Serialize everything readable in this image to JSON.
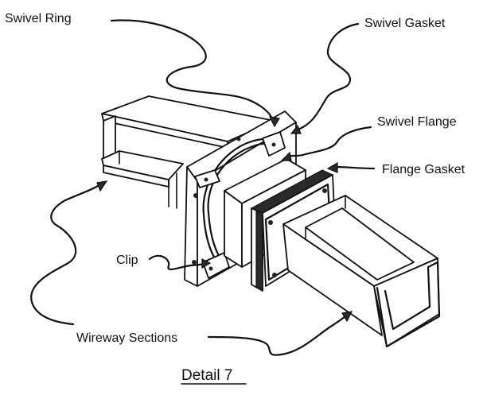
{
  "labels": {
    "swivel_ring": "Swivel Ring",
    "swivel_gasket": "Swivel Gasket",
    "swivel_flange": "Swivel Flange",
    "flange_gasket": "Flange Gasket",
    "clip": "Clip",
    "wireway_sections": "Wireway Sections"
  },
  "caption": "Detail 7"
}
